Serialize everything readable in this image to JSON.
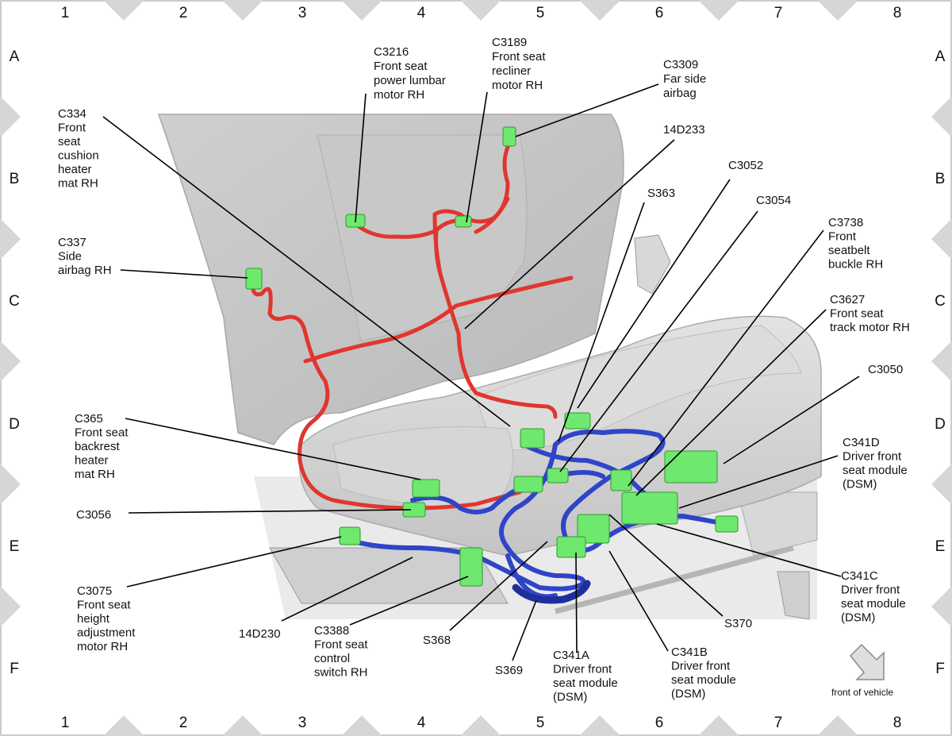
{
  "grid": {
    "columns": [
      "1",
      "2",
      "3",
      "4",
      "5",
      "6",
      "7",
      "8"
    ],
    "rows": [
      "A",
      "B",
      "C",
      "D",
      "E",
      "F"
    ]
  },
  "colors": {
    "harness_backrest": "#e03a34",
    "harness_base": "#2f45c8",
    "connector": "#6ee86e",
    "seat": "#d2d2d2"
  },
  "labels": {
    "c3216": [
      "C3216",
      "Front seat",
      "power lumbar",
      "motor RH"
    ],
    "c3189": [
      "C3189",
      "Front seat",
      "recliner",
      "motor RH"
    ],
    "c3309": [
      "C3309",
      "Far side",
      "airbag"
    ],
    "c334": [
      "C334",
      "Front",
      "seat",
      "cushion",
      "heater",
      "mat RH"
    ],
    "w14d233": [
      "14D233"
    ],
    "c3052": [
      "C3052"
    ],
    "s363": [
      "S363"
    ],
    "c3054": [
      "C3054"
    ],
    "c337": [
      "C337",
      "Side",
      "airbag RH"
    ],
    "c3738": [
      "C3738",
      "Front",
      "seatbelt",
      "buckle RH"
    ],
    "c3627": [
      "C3627",
      "Front seat",
      "track motor RH"
    ],
    "c3050": [
      "C3050"
    ],
    "c365": [
      "C365",
      "Front seat",
      "backrest",
      "heater",
      "mat RH"
    ],
    "c341d": [
      "C341D",
      "Driver front",
      "seat module",
      "(DSM)"
    ],
    "c3056": [
      "C3056"
    ],
    "c3075": [
      "C3075",
      "Front seat",
      "height",
      "adjustment",
      "motor RH"
    ],
    "c341c": [
      "C341C",
      "Driver front",
      "seat module",
      "(DSM)"
    ],
    "w14d230": [
      "14D230"
    ],
    "c3388": [
      "C3388",
      "Front seat",
      "control",
      "switch RH"
    ],
    "s368": [
      "S368"
    ],
    "s370": [
      "S370"
    ],
    "s369": [
      "S369"
    ],
    "c341a": [
      "C341A",
      "Driver front",
      "seat module",
      "(DSM)"
    ],
    "c341b": [
      "C341B",
      "Driver front",
      "seat module",
      "(DSM)"
    ]
  },
  "front_of_vehicle": "front of vehicle"
}
